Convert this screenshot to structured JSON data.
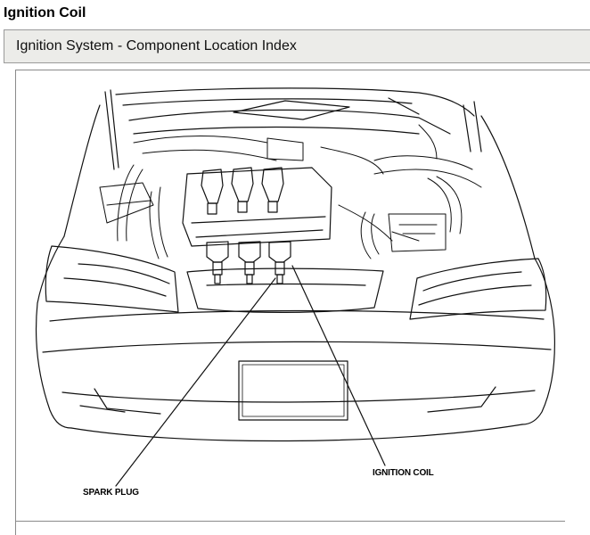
{
  "document": {
    "title": "Ignition Coil",
    "section_header": "Ignition System - Component Location Index"
  },
  "figure": {
    "callouts": {
      "ignition_coil": "IGNITION COIL",
      "spark_plug": "SPARK PLUG"
    }
  }
}
